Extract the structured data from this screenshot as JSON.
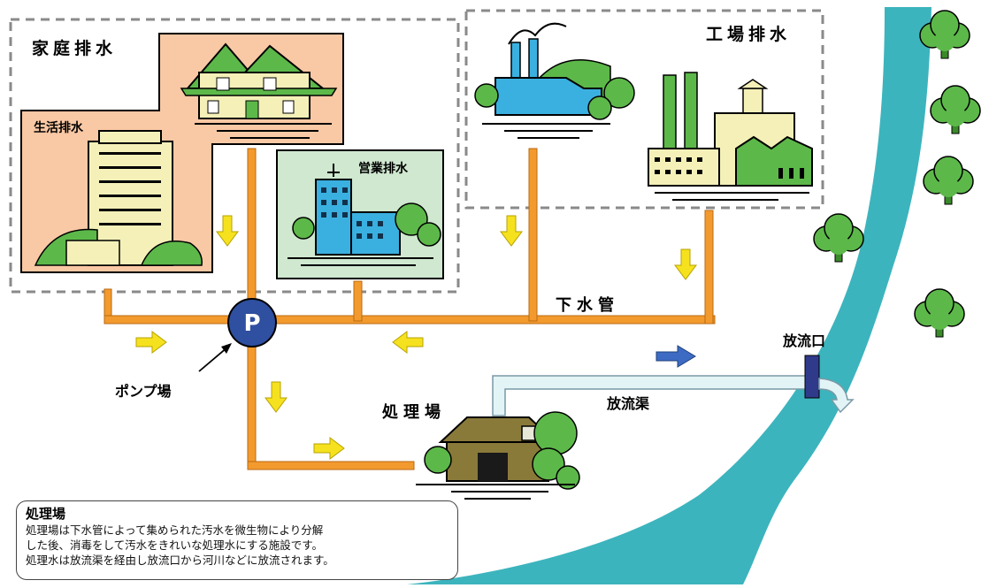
{
  "labels": {
    "household": "家庭排水",
    "living": "生活排水",
    "business": "営業排水",
    "factory": "工場排水",
    "sewer": "下水管",
    "pump_symbol": "P",
    "pump_station": "ポンプ場",
    "treatment": "処理場",
    "discharge_channel": "放流渠",
    "outfall": "放流口"
  },
  "note": {
    "title": "処理場",
    "lines": [
      "処理場は下水管によって集められた汚水を微生物により分解",
      "した後、消毒をして汚水をきれいな処理水にする施設です。",
      "処理水は放流渠を経由し放流口から河川などに放流されます。"
    ]
  },
  "colors": {
    "pipe": "#f39a2e",
    "flow_arrow": "#f5e11e",
    "discharge_arrow": "#3d6bc4",
    "pump": "#2f4fa0",
    "river": "#3cb4bd",
    "household_bg": "#f9c8a4",
    "business_bg": "#cfe8cf",
    "tree": "#5db84a",
    "building_blue": "#3ab0e0",
    "factory_cream": "#f4f0b8",
    "treatment_roof": "#8a7a3a"
  }
}
